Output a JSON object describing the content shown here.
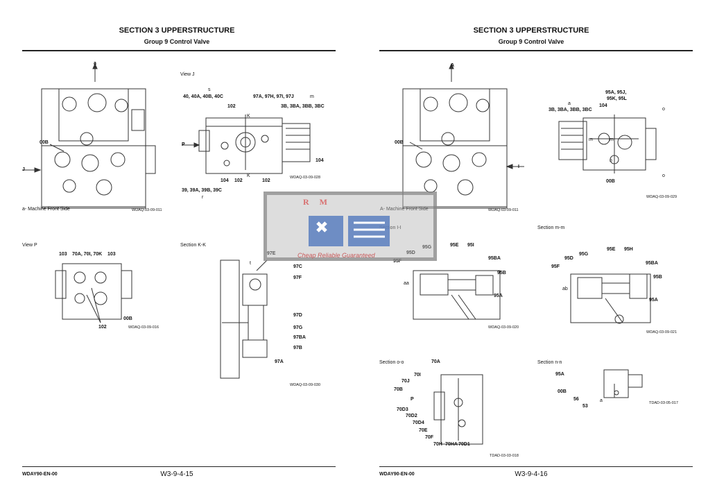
{
  "left_page": {
    "section_title": "SECTION 3 UPPERSTRUCTURE",
    "group_title": "Group 9 Control Valve",
    "footer_code": "WDAY90-EN-00",
    "page_number": "W3-9-4-15",
    "fig1": {
      "arrow_top": "a",
      "arrow_left": "J",
      "callout": "00B",
      "caption": "a-   Machine Front Side",
      "code": "WDAQ-03-09-011"
    },
    "fig2": {
      "title": "View J",
      "s": "s",
      "m": "m",
      "K_top": "K",
      "K_bot": "K",
      "P": "P",
      "r": "r",
      "l1": "40, 40A, 40B, 40C",
      "l2": "97A, 97H, 97I, 97J",
      "l3": "3B, 3BA, 3BB, 3BC",
      "l4": "102",
      "l5": "104",
      "l6": "104",
      "l7": "102",
      "l8": "102",
      "l9": "39, 39A, 39B, 39C",
      "code": "WDAQ-03-09-028"
    },
    "fig3": {
      "title": "View P",
      "l1": "103",
      "l2": "70A, 70I, 70K",
      "l3": "103",
      "l4": "00B",
      "l5": "102",
      "code": "WDAQ-03-09-016"
    },
    "fig4": {
      "title": "Section K-K",
      "t": "t",
      "l1": "97E",
      "l2": "97C",
      "l3": "97F",
      "l4": "97D",
      "l5": "97G",
      "l6": "97BA",
      "l7": "97B",
      "l8": "97A",
      "code": "WDAQ-03-09-030"
    }
  },
  "right_page": {
    "section_title": "SECTION 3 UPPERSTRUCTURE",
    "group_title": "Group 9 Control Valve",
    "footer_code": "WDAY90-EN-00",
    "page_number": "W3-9-4-16",
    "fig1": {
      "arrow_top": "A",
      "arrow_right": "I",
      "callout": "00B",
      "caption": "A-   Machine Front Side",
      "code": "WDAQ-03-09-011"
    },
    "fig2": {
      "a": "a",
      "l1": "95A, 95J,",
      "l2": "95K, 95L",
      "l3": "3B, 3BA, 3BB, 3BC",
      "l4": "104",
      "o_top": "o",
      "o_bot": "o",
      "n": "n",
      "m1": "m",
      "m2": "m",
      "l5": "00B",
      "code": "WDAQ-03-09-029"
    },
    "fig3": {
      "title": "Section I-I",
      "aa": "aa",
      "l1": "95G",
      "l2": "95D",
      "l3": "95F",
      "l4": "95E",
      "l5": "95I",
      "l6": "95BA",
      "l7": "95B",
      "l8": "95A",
      "code": "WDAQ-03-09-020"
    },
    "fig4": {
      "title": "Section m-m",
      "ab": "ab",
      "l1": "95G",
      "l2": "95D",
      "l3": "95F",
      "l4": "95E",
      "l5": "95H",
      "l6": "95BA",
      "l7": "95B",
      "l8": "95A",
      "code": "WDAQ-03-09-021"
    },
    "fig5": {
      "title": "Section o-o",
      "l1": "70A",
      "l2": "70I",
      "l3": "70J",
      "l4": "70B",
      "l5": "P",
      "l6": "70D3",
      "l7": "70D2",
      "l8": "70D4",
      "l9": "70E",
      "l10": "70F",
      "l11": "70H",
      "l12": "70HA",
      "l13": "70D1",
      "code": "TDAD-03-03-018"
    },
    "fig6": {
      "title": "Section n-n",
      "l1": "95A",
      "l2": "00B",
      "l3": "56",
      "l4": "53",
      "a": "a",
      "code": "TDAD-03-05-017"
    }
  },
  "watermark": {
    "brand": "R M",
    "tagline": "Cheap Reliable Guaranteed"
  }
}
